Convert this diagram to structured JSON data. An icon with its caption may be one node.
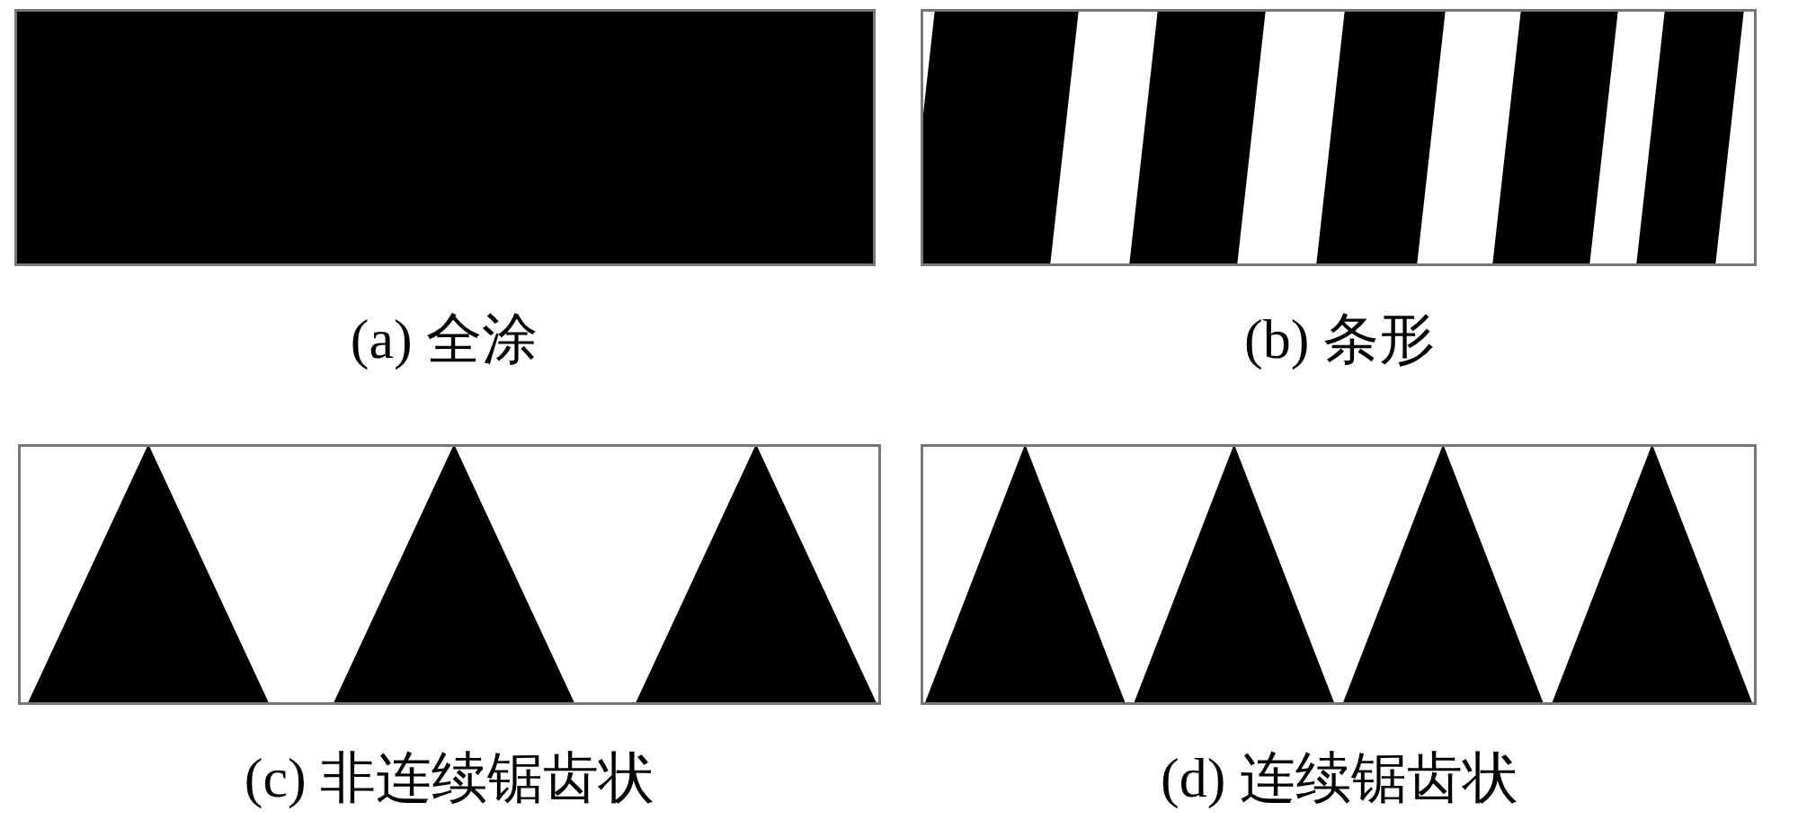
{
  "diagram": {
    "labels": [
      "(a) 全涂",
      "(b) 条形",
      "(c) 非连续锯齿状",
      "(d) 连续锯齿状"
    ]
  }
}
